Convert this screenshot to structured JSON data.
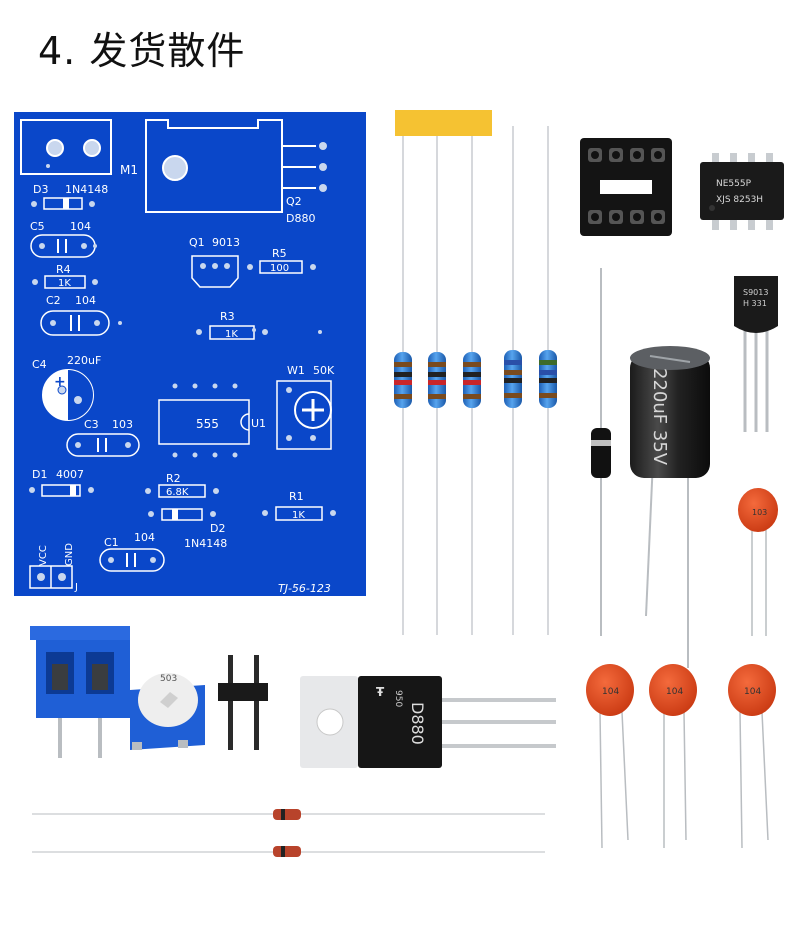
{
  "title": "4. 发货散件",
  "pcb": {
    "labels": {
      "m1": "M1",
      "d3": "D3",
      "d3_val": "1N4148",
      "c5": "C5",
      "c5_val": "104",
      "r4": "R4",
      "r4_val": "1K",
      "c2": "C2",
      "c2_val": "104",
      "c4": "C4",
      "c4_val": "220uF",
      "c3": "C3",
      "c3_val": "103",
      "d1": "D1",
      "d1_val": "4007",
      "vcc": "VCC",
      "gnd": "GND",
      "j": "J",
      "c1": "C1",
      "c1_val": "104",
      "q2": "Q2",
      "q2_val": "D880",
      "q1": "Q1",
      "q1_val": "9013",
      "r5": "R5",
      "r5_val": "100",
      "r3": "R3",
      "r3_val": "1K",
      "w1": "W1",
      "w1_val": "50K",
      "ic": "555",
      "u1": "U1",
      "r2": "R2",
      "r2_val": "6.8K",
      "d2": "D2",
      "d2_val": "1N4148",
      "r1": "R1",
      "r1_val": "1K",
      "board_id": "TJ-56-123"
    }
  },
  "components": {
    "ic_chip_text1": "NE555P",
    "ic_chip_text2": "XJS 8253H",
    "transistor_small_text1": "S9013",
    "transistor_small_text2": "H 331",
    "electrolytic_text": "220uF 35V",
    "trimmer_text": "503",
    "tip_brand": "950",
    "tip_model": "D880",
    "cap_103": "103",
    "cap_104_a": "104",
    "cap_104_b": "104",
    "cap_104_c": "104"
  },
  "colors": {
    "pcb_blue": "#0a47c9",
    "silk_white": "#ffffff",
    "terminal_blue": "#1f5fd6",
    "ceramic_orange": "#e2471c",
    "resistor_blue": "#2f7fd8",
    "tape_yellow": "#f5c232"
  }
}
